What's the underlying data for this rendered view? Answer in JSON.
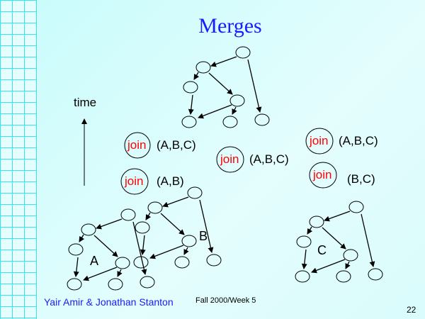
{
  "slide": {
    "title": "Merges",
    "time_label": "time",
    "joins": [
      {
        "word": "join",
        "members": "(A,B,C)"
      },
      {
        "word": "join",
        "members": "(A,B)"
      },
      {
        "word": "join",
        "members": "(A,B,C)"
      },
      {
        "word": "join",
        "members": "(A,B,C)"
      },
      {
        "word": "join",
        "members": "(B,C)"
      }
    ],
    "partitions": [
      "A",
      "B",
      "C"
    ],
    "footer": {
      "authors": "Yair Amir & Jonathan Stanton",
      "course": "Fall 2000/Week 5",
      "page": "22"
    }
  }
}
